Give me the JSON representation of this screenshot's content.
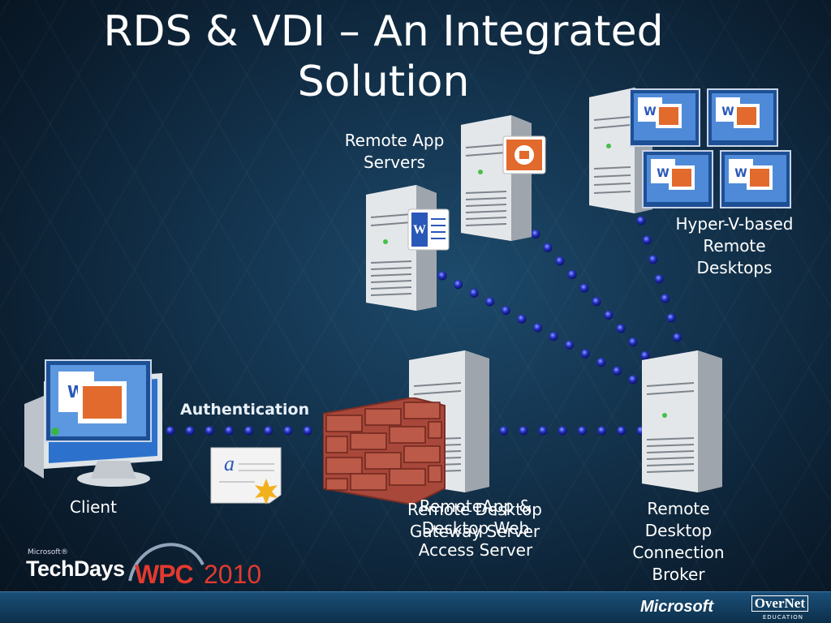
{
  "slide": {
    "title_line1": "RDS & VDI – An Integrated",
    "title_line2": "Solution"
  },
  "labels": {
    "remote_app_servers_line1": "Remote App",
    "remote_app_servers_line2": "Servers",
    "hyperv_line1": "Hyper-V-based",
    "hyperv_line2": "Remote",
    "hyperv_line3": "Desktops",
    "authentication": "Authentication",
    "client": "Client",
    "gateway_line1": "Remote Desktop",
    "gateway_line2": "Gateway Server",
    "webaccess_line1": "RemoteApp &",
    "webaccess_line2": "Desktop Web",
    "webaccess_line3": "Access Server",
    "broker_line1": "Remote",
    "broker_line2": "Desktop",
    "broker_line3": "Connection",
    "broker_line4": "Broker"
  },
  "branding": {
    "microsoft_small": "Microsoft®",
    "techdays": "TechDays",
    "wpc": "WPC",
    "year": "2010",
    "microsoft": "Microsoft",
    "overnet": "OverNet",
    "overnet_sub": "EDUCATION"
  },
  "icons": [
    "server-icon",
    "monitor-icon",
    "firewall-icon",
    "certificate-icon",
    "word-icon",
    "powerpoint-icon"
  ],
  "colors": {
    "link_dot": "#2a36c8",
    "brick": "#a8483a",
    "wpc_red": "#e23a2e"
  }
}
